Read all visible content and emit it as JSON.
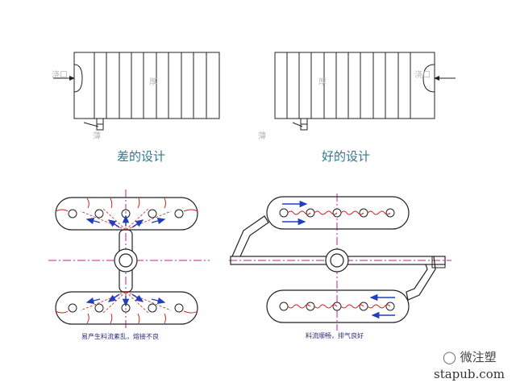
{
  "top_left": {
    "gate_label": "浇口",
    "thick_label": "厚",
    "thin_label": "薄",
    "caption": "差的设计"
  },
  "top_right": {
    "gate_label": "浇口",
    "thick_label": "厚",
    "thin_label": "薄",
    "caption": "好的设计"
  },
  "bottom_left": {
    "note": "易产生料流紊乱，熔接不良"
  },
  "bottom_right": {
    "note": "料流顺畅，排气良好"
  },
  "watermark": {
    "brand": "微注塑",
    "url": "stapub.com"
  },
  "colors": {
    "line": "#222222",
    "center_line": "#c0208f",
    "weld_line": "#cc2222",
    "arrow": "#1f3fbf",
    "caption": "#2a7a8c"
  }
}
